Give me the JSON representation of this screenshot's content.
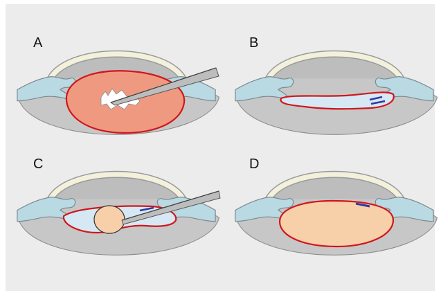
{
  "figure": {
    "panels": [
      {
        "label": "A"
      },
      {
        "label": "B"
      },
      {
        "label": "C"
      },
      {
        "label": "D"
      }
    ]
  },
  "colors": {
    "background": "#ececec",
    "eye_body": "#c8c8c8",
    "cornea": "#f3f0dc",
    "cornea_outline": "#9a9a9a",
    "iris": "#b9d9e3",
    "capsule_outline": "#d0161c",
    "cataract_fill": "#ef9a80",
    "capsule_empty_fill": "#d6e8f3",
    "implant_fill": "#f7cfa8",
    "ring_segment": "#2e3aa5",
    "instrument": "#bdbdbd"
  },
  "icons": [
    "phaco-probe-icon",
    "aspiration-probe-icon",
    "capsular-tension-ring-icon"
  ]
}
